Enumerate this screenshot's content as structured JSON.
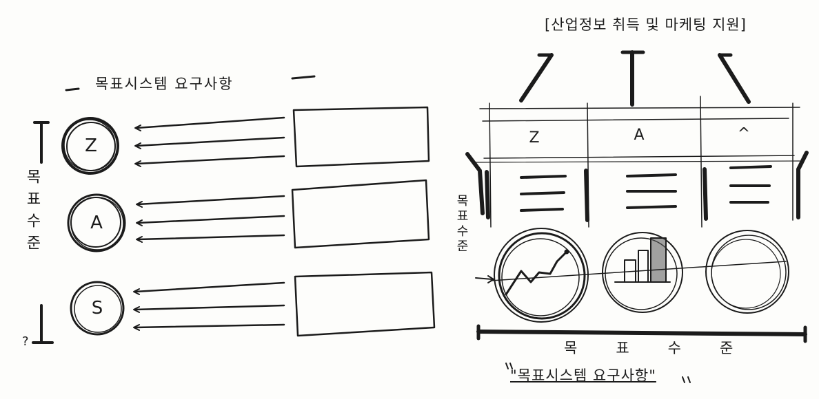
{
  "left_panel": {
    "title": "목표시스템 요구사항",
    "vertical_label": "목표수준",
    "items": [
      {
        "letter": "Z"
      },
      {
        "letter": "A"
      },
      {
        "letter": "S"
      }
    ],
    "footnote_mark": "?"
  },
  "right_panel": {
    "top_label": "[산업정보 취득 및 마케팅 지원]",
    "columns": [
      {
        "letter": "Z",
        "icon": "line-trend-icon"
      },
      {
        "letter": "A",
        "icon": "bar-chart-icon"
      },
      {
        "letter": "^",
        "icon": "empty-circle-icon"
      }
    ],
    "vertical_label": "목표수준",
    "axis_label": "목표수준",
    "bottom_label": "\"목표시스템 요구사항\""
  }
}
